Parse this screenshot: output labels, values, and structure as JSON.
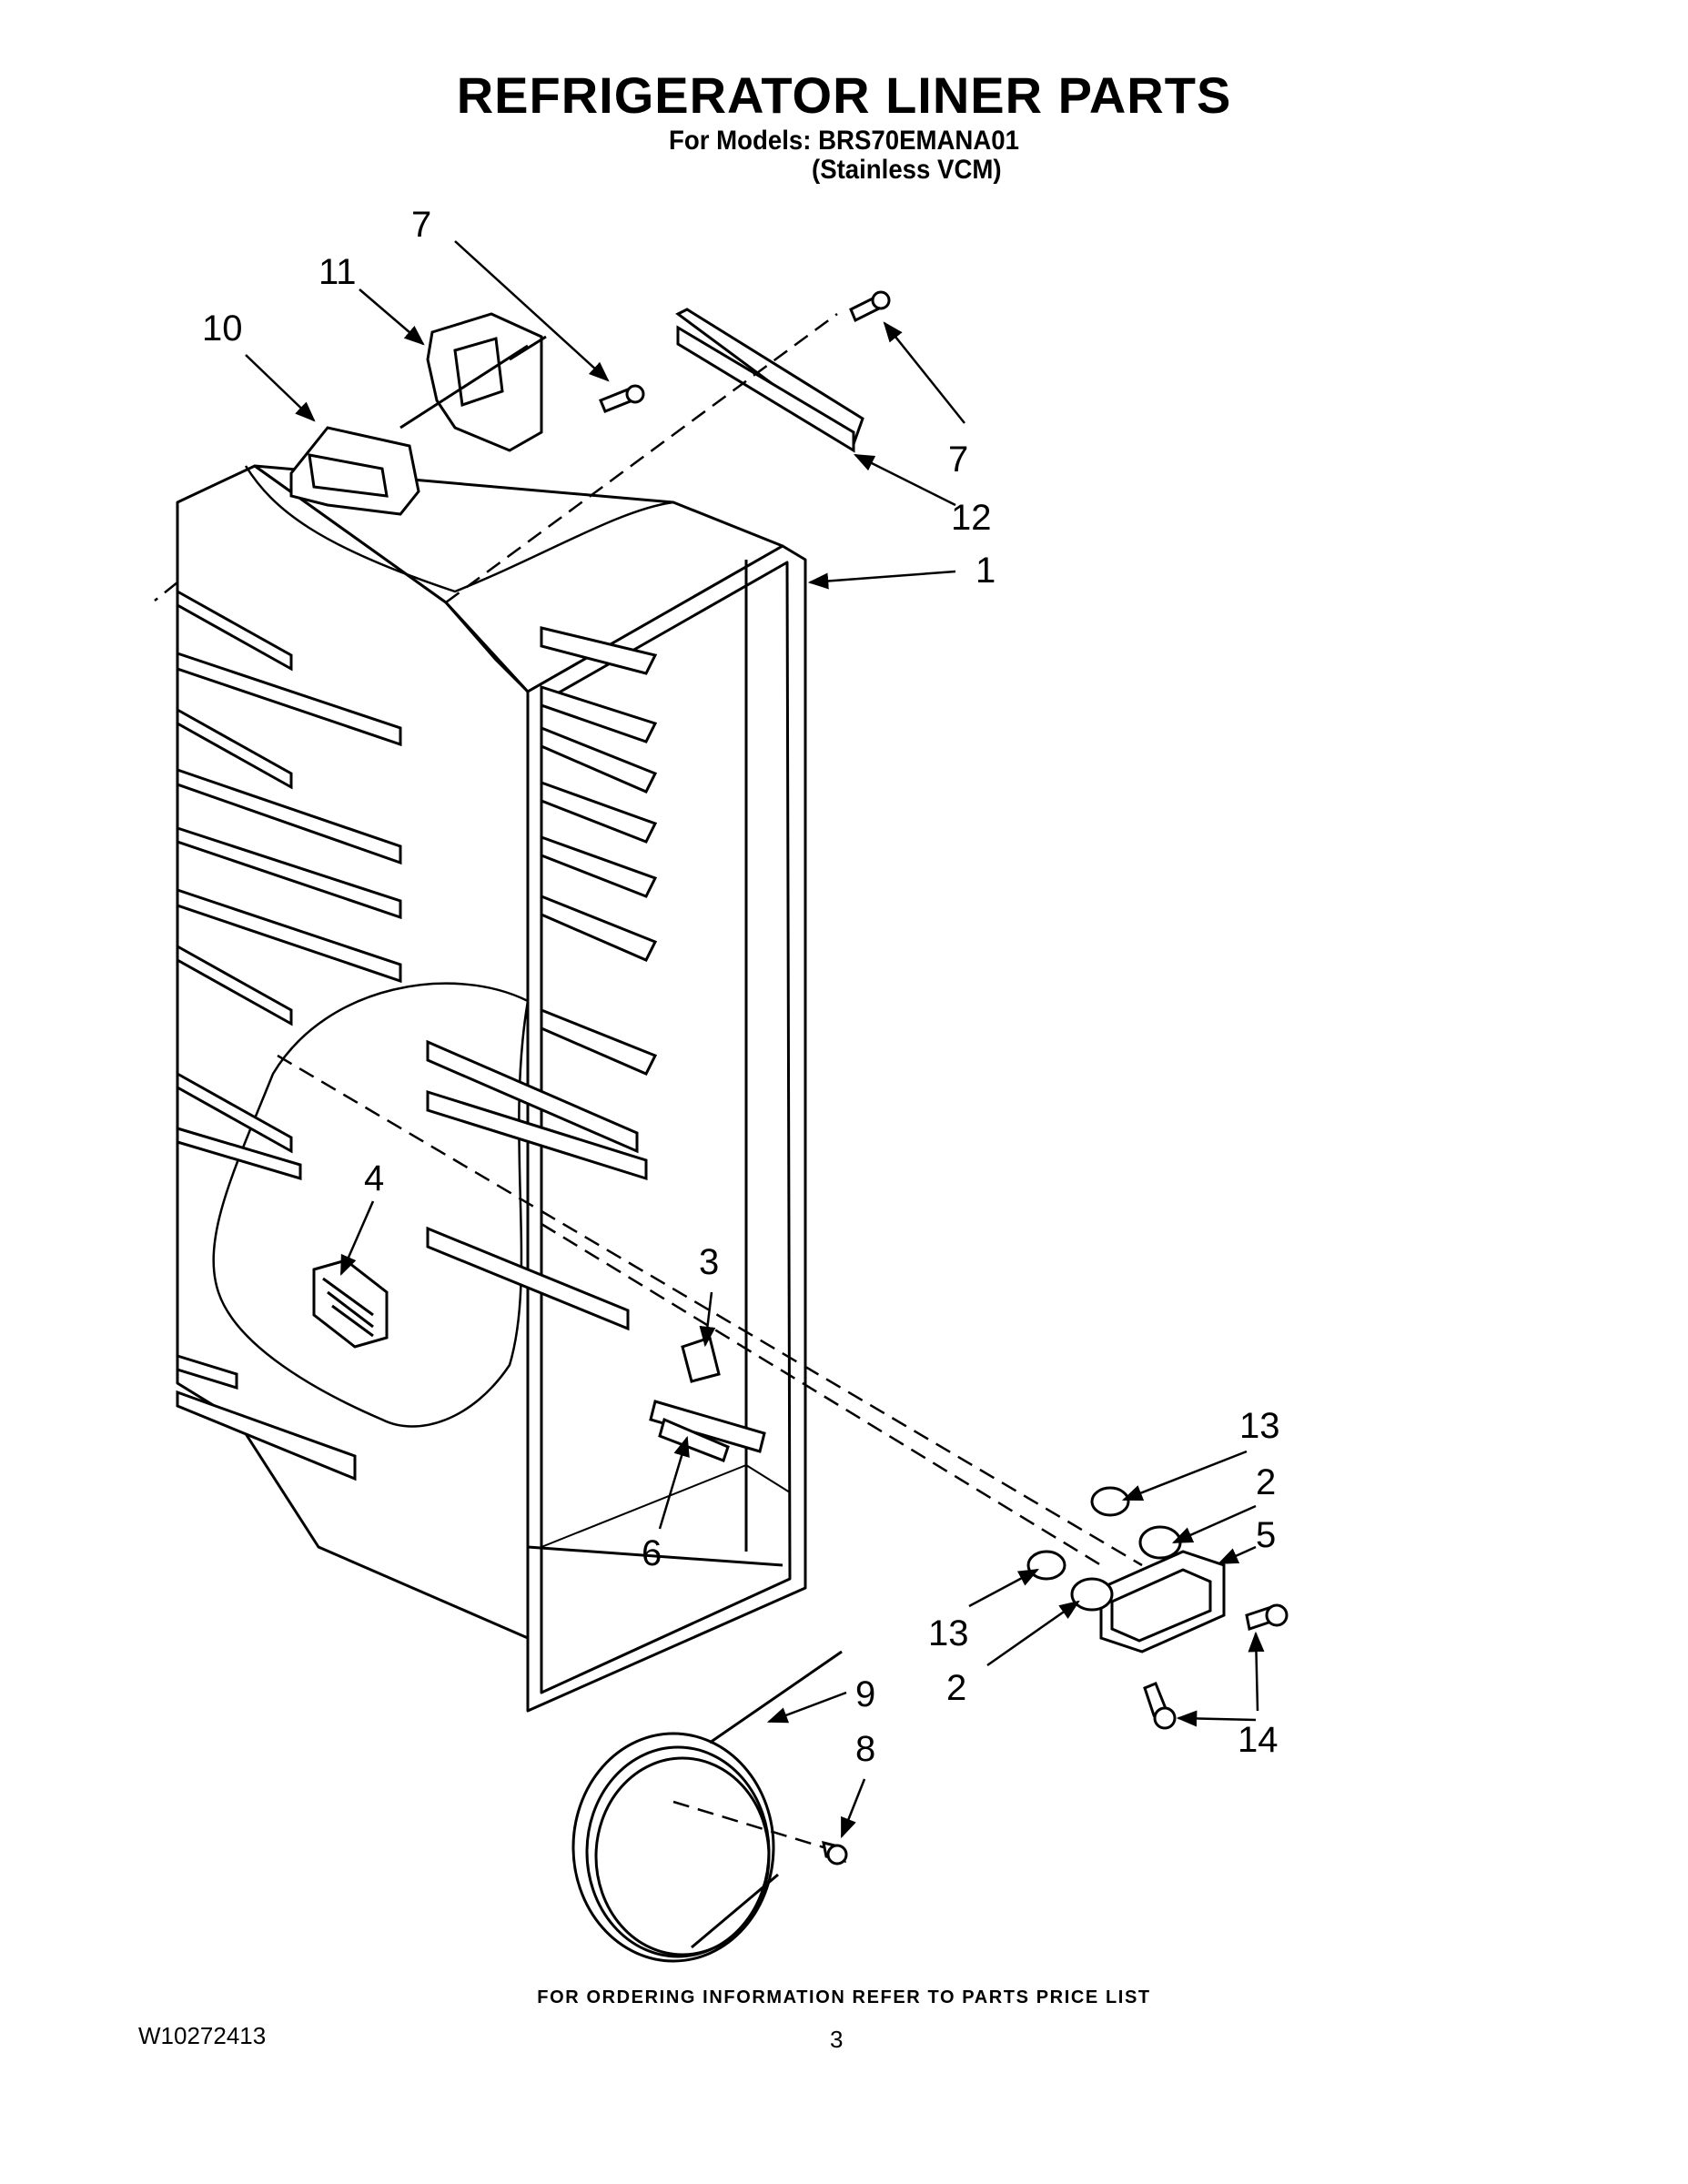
{
  "header": {
    "title": "REFRIGERATOR LINER PARTS",
    "models_line": "For Models: BRS70EMANA01",
    "variant": "(Stainless VCM)"
  },
  "callouts": [
    "7",
    "11",
    "10",
    "7",
    "12",
    "1",
    "4",
    "3",
    "13",
    "2",
    "5",
    "6",
    "13",
    "2",
    "14",
    "9",
    "8"
  ],
  "footer": {
    "ordering_note": "FOR ORDERING INFORMATION REFER TO PARTS PRICE LIST",
    "document_number": "W10272413",
    "page_number": "3"
  }
}
